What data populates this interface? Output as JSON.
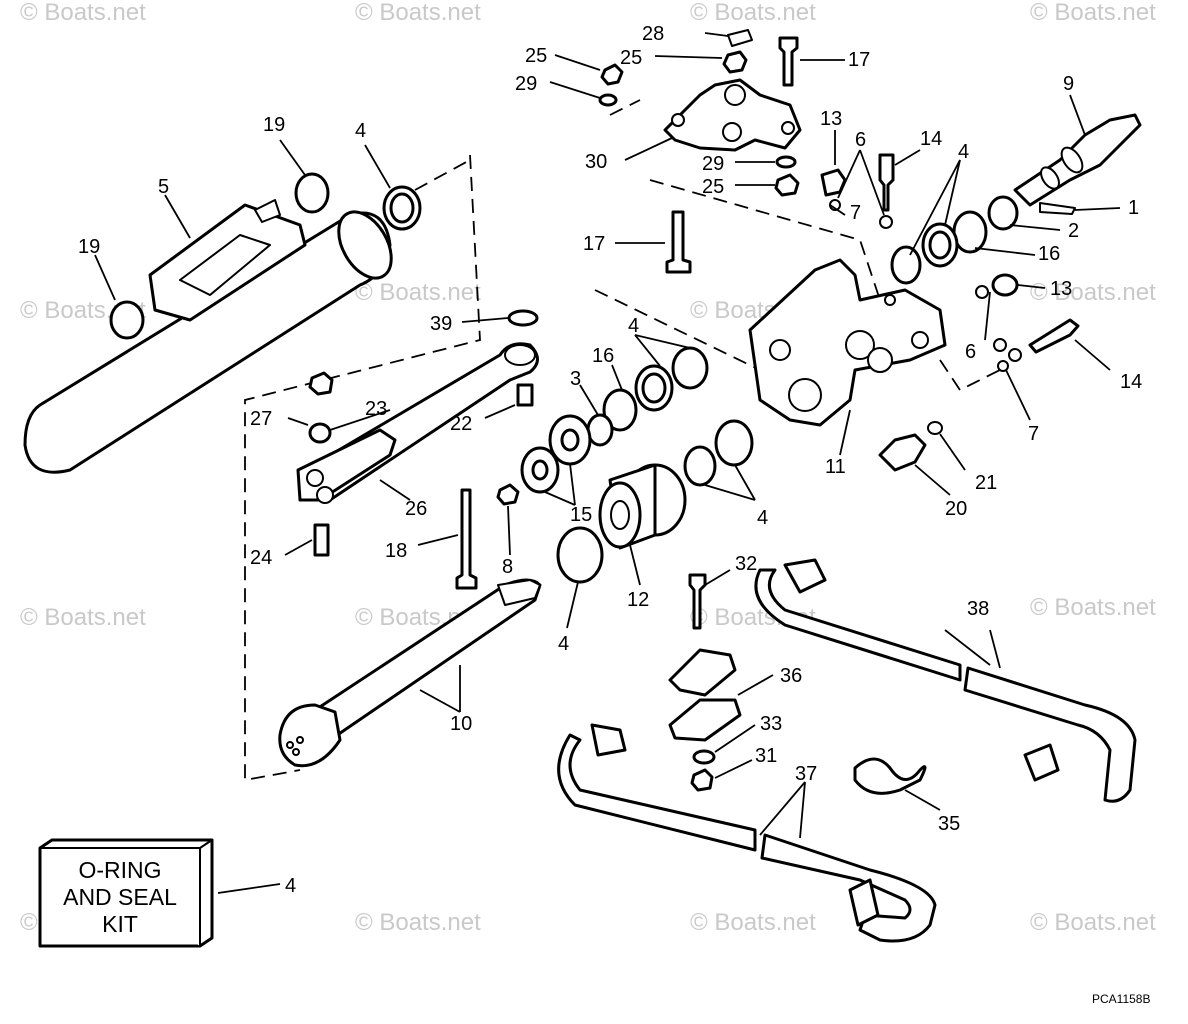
{
  "watermark": "© Boats.net",
  "reference_code": "PCA1158B",
  "kit_box": {
    "line1": "O-RING",
    "line2": "AND SEAL",
    "line3": "KIT",
    "callout": "4"
  },
  "callouts": [
    "28",
    "25",
    "25",
    "17",
    "29",
    "9",
    "19",
    "4",
    "13",
    "6",
    "14",
    "4",
    "30",
    "29",
    "1",
    "5",
    "25",
    "19",
    "7",
    "2",
    "16",
    "17",
    "13",
    "39",
    "4",
    "16",
    "3",
    "6",
    "14",
    "27",
    "23",
    "22",
    "7",
    "11",
    "21",
    "20",
    "26",
    "15",
    "4",
    "24",
    "18",
    "8",
    "12",
    "32",
    "38",
    "4",
    "36",
    "10",
    "33",
    "31",
    "37",
    "35"
  ]
}
